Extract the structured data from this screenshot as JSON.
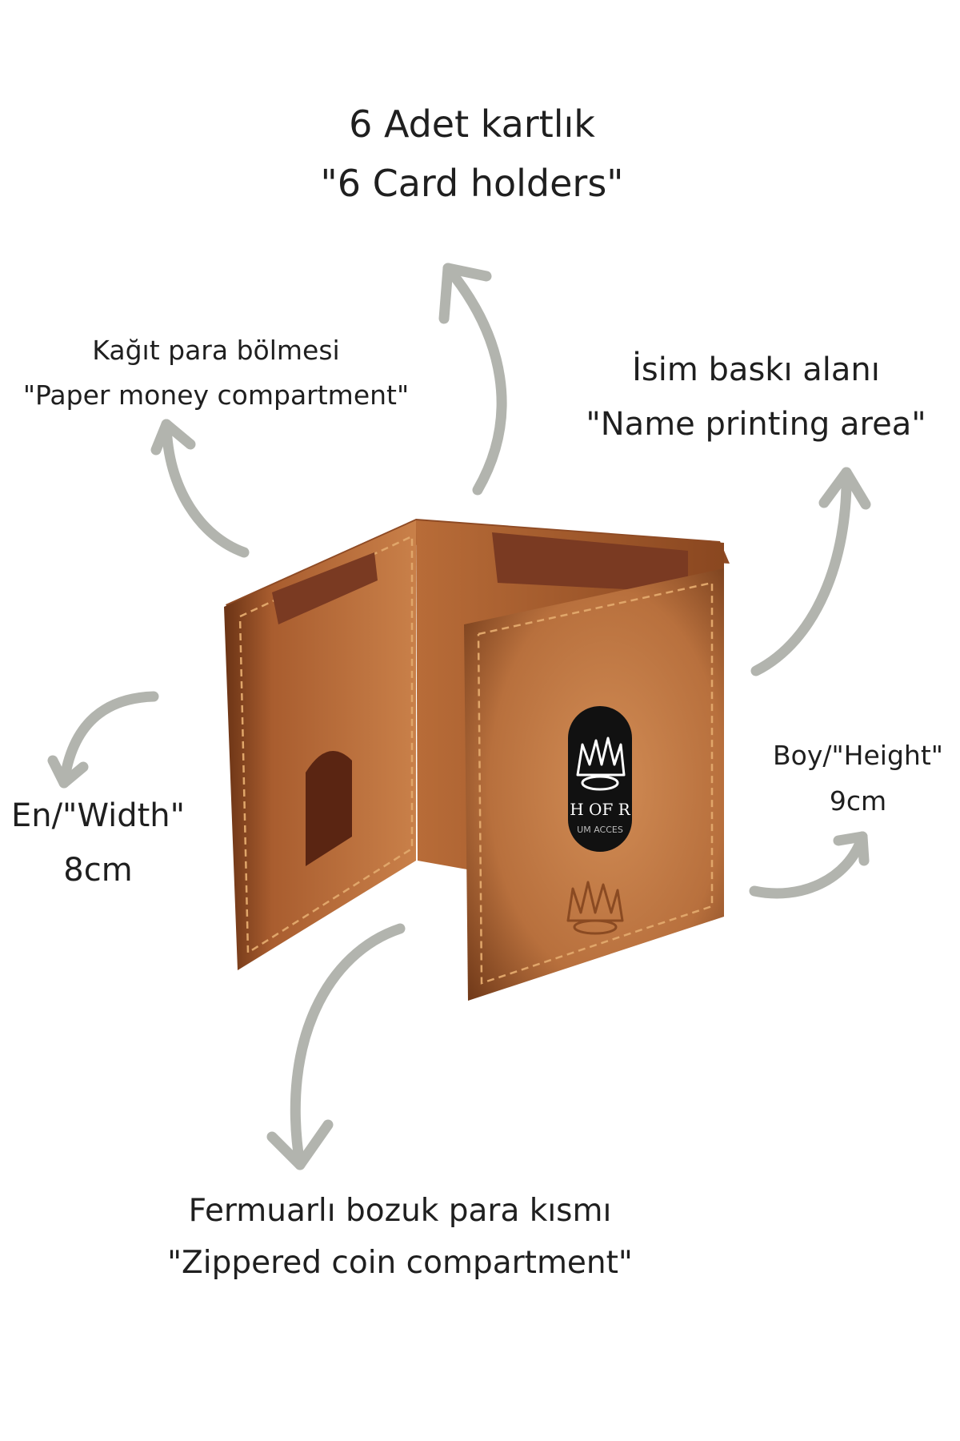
{
  "labels": {
    "cards": {
      "tr": "6 Adet kartlık",
      "en": "\"6 Card holders\""
    },
    "paper": {
      "tr": "Kağıt para bölmesi",
      "en": "\"Paper money compartment\""
    },
    "name": {
      "tr": "İsim  baskı alanı",
      "en": "\"Name printing area\""
    },
    "width": {
      "label": "En/\"Width\"",
      "value": "8cm"
    },
    "height": {
      "label": "Boy/\"Height\"",
      "value": "9cm"
    },
    "coin": {
      "tr": "Fermuarlı bozuk para kısmı",
      "en": "\"Zippered coin compartment\""
    }
  },
  "card_window_text": [
    "H OF R",
    "UM ACCES"
  ],
  "colors": {
    "background": "#ffffff",
    "text": "#1f1f1f",
    "arrow": "#b2b4ae",
    "leather_light": "#c9804a",
    "leather_dark": "#6e3616",
    "inner_pocket": "#7a3a22",
    "stitch": "#e0a66a"
  },
  "icons": [
    "curved-arrow-icon",
    "crown-logo-icon"
  ]
}
